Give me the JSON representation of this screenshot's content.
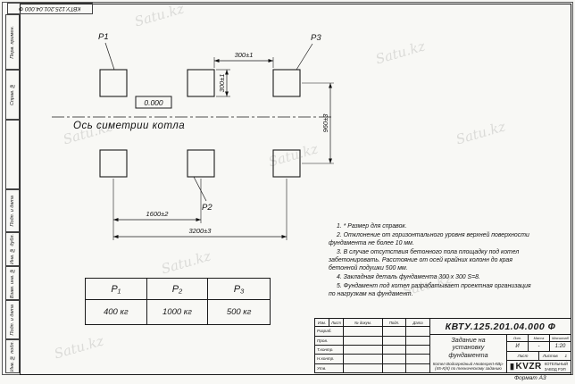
{
  "watermark": "Satu.kz",
  "code": "КВТУ.125.201.04.000 Ф",
  "margin_labels": [
    "Перв. примен.",
    "Справ. №",
    "Подп. и дата",
    "Инв. № дубл.",
    "Взам. инв. №",
    "Подп. и дата",
    "Инв. № подл."
  ],
  "drawing": {
    "labels": {
      "p1": "P1",
      "p2": "P2",
      "p3": "P3",
      "level": "0.000",
      "axis": "Ось симетрии котла"
    },
    "dims": {
      "pad_w": "300±1",
      "pad_h": "300±1",
      "rows": "960±3",
      "col_mid": "1600±2",
      "col_full": "3200±3"
    }
  },
  "notes": [
    "1. * Размер для справок.",
    "2. Отклонение от горизонтального уровня верхней поверхности фундамента не более 10 мм.",
    "3. В случае отсутствия бетонного пола площадку под котел забетонировать. Расстояние от осей крайних колонн до края бетонной подушки 500 мм.",
    "4. Закладная деталь фундамента 300 x 300 S=8.",
    "5. Фундамент под котел разрабатывает проектная организация по нагрузкам на фундамент."
  ],
  "load_table": {
    "headers": [
      "Р₁",
      "Р₂",
      "Р₃"
    ],
    "values": [
      "400 кг",
      "1000 кг",
      "500 кг"
    ]
  },
  "title_block": {
    "designation": "КВТУ.125.201.04.000 Ф",
    "header_row": [
      "Изм.",
      "Лист",
      "№ докум.",
      "Подп.",
      "Дата"
    ],
    "roles": [
      "Разраб.",
      "Пров.",
      "Т.контр.",
      "Н.контр.",
      "Утв."
    ],
    "title": "Задание на установку фундамента",
    "subtitle": "Котел Водогрейный Heatexpert-КВр-(45-К(К) по техническому заданию",
    "lit_label": "Лит.",
    "massa_label": "Масса",
    "masshtab_label": "Масштаб",
    "lit": "И",
    "massa": "-",
    "masshtab": "1:20",
    "sheet_label": "Лист",
    "sheets_label": "Листов",
    "sheets_value": "1",
    "logo": "KVZR",
    "company_line1": "КОТЕЛЬНЫЙ",
    "company_line2": "ЗАВОД РЭП"
  },
  "footer": {
    "format": "Формат А3"
  }
}
